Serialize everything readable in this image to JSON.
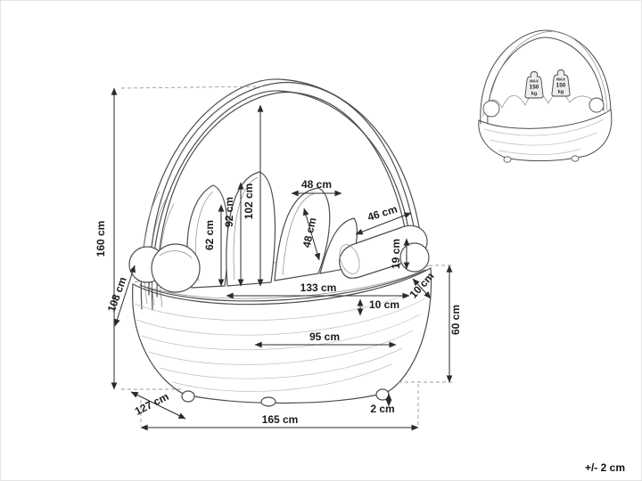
{
  "figure": {
    "type": "product-dimension-diagram",
    "product": "round rattan daybed with folding canopy",
    "tolerance_note": "+/- 2 cm"
  },
  "dims": {
    "total_height": "160 cm",
    "back_height_diag": "108 cm",
    "base_depth": "127 cm",
    "total_width": "165 cm",
    "cushion_height_small": "62 cm",
    "cushion_height_mid": "92 cm",
    "canopy_clearance": "102 cm",
    "pillow_width": "48 cm",
    "pillow_height": "48 cm",
    "armrest_length": "46 cm",
    "armrest_height": "19 cm",
    "seat_width": "133 cm",
    "seat_gap": "10 cm",
    "rim_width": "10 cm",
    "front_width": "95 cm",
    "basket_height": "60 cm",
    "foot_height": "2 cm"
  },
  "inset": {
    "weight": {
      "max": "MAX",
      "value": "150",
      "unit": "kg"
    }
  }
}
